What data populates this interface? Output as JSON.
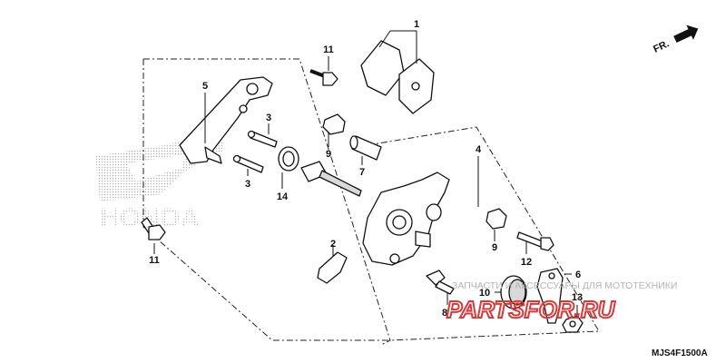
{
  "diagram": {
    "reference_code": "MJS4F1500A",
    "direction_label": "FR.",
    "background_brand": "HONDA",
    "watermark": {
      "tagline": "ЗАПЧАСТИ И АКСЕССУАРЫ ДЛЯ МОТОТЕХНИКИ",
      "logo": "PARTSFOR.RU",
      "color": "#d83a3a"
    },
    "callouts": [
      {
        "id": "1",
        "part": "brake-pad-set"
      },
      {
        "id": "2",
        "part": "pad-spring"
      },
      {
        "id": "3",
        "part": "bolt-a"
      },
      {
        "id": "3",
        "part": "bolt-b"
      },
      {
        "id": "4",
        "part": "caliper-assembly"
      },
      {
        "id": "5",
        "part": "caliper-bracket"
      },
      {
        "id": "6",
        "part": "stopper-plate"
      },
      {
        "id": "7",
        "part": "caliper-pin"
      },
      {
        "id": "8",
        "part": "bleeder-screw"
      },
      {
        "id": "9",
        "part": "boot-upper"
      },
      {
        "id": "9",
        "part": "boot-lower"
      },
      {
        "id": "10",
        "part": "piston"
      },
      {
        "id": "11",
        "part": "flange-bolt-upper"
      },
      {
        "id": "11",
        "part": "flange-bolt-lower"
      },
      {
        "id": "12",
        "part": "pin-bolt"
      },
      {
        "id": "13",
        "part": "nut"
      },
      {
        "id": "14",
        "part": "seal"
      }
    ]
  }
}
